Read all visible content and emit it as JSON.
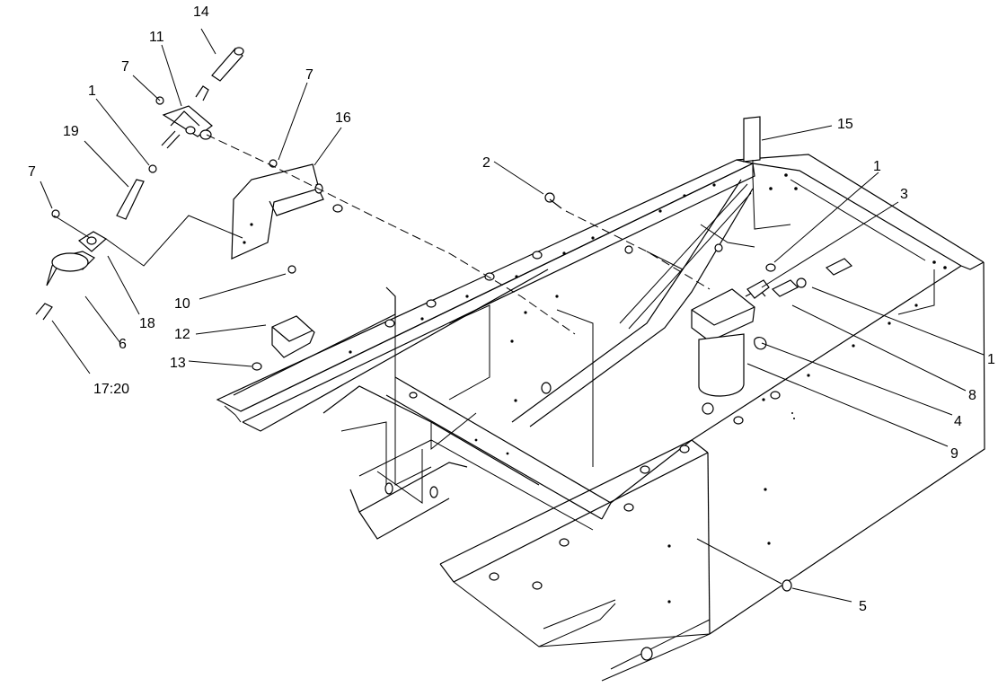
{
  "diagram": {
    "callouts": [
      {
        "id": "c14",
        "label": "14"
      },
      {
        "id": "c11",
        "label": "11"
      },
      {
        "id": "c7a",
        "label": "7"
      },
      {
        "id": "c7b",
        "label": "7"
      },
      {
        "id": "c16",
        "label": "16"
      },
      {
        "id": "c1a",
        "label": "1"
      },
      {
        "id": "c19",
        "label": "19"
      },
      {
        "id": "c7c",
        "label": "7"
      },
      {
        "id": "c18",
        "label": "18"
      },
      {
        "id": "c6",
        "label": "6"
      },
      {
        "id": "c1720",
        "label": "17:20"
      },
      {
        "id": "c10",
        "label": "10"
      },
      {
        "id": "c12",
        "label": "12"
      },
      {
        "id": "c13",
        "label": "13"
      },
      {
        "id": "c2",
        "label": "2"
      },
      {
        "id": "c15",
        "label": "15"
      },
      {
        "id": "c1b",
        "label": "1"
      },
      {
        "id": "c3",
        "label": "3"
      },
      {
        "id": "c1c",
        "label": "1"
      },
      {
        "id": "c8",
        "label": "8"
      },
      {
        "id": "c4",
        "label": "4"
      },
      {
        "id": "c9",
        "label": "9"
      },
      {
        "id": "c5",
        "label": "5"
      }
    ]
  }
}
